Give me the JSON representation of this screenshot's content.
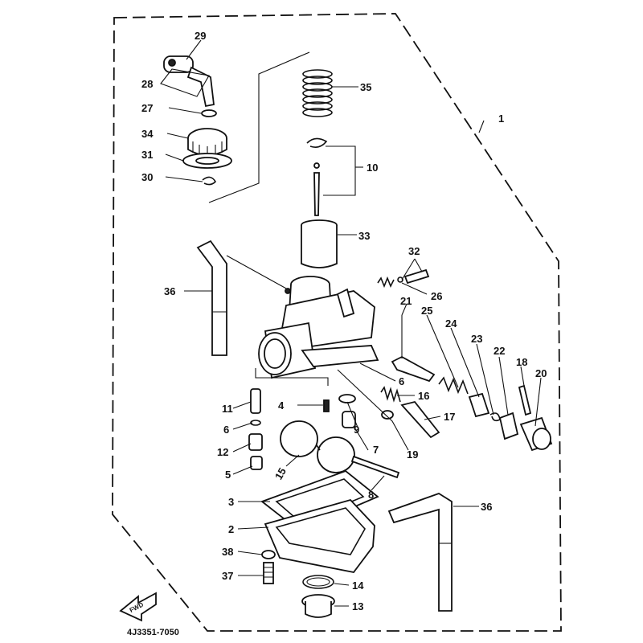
{
  "diagram": {
    "drawing_code": "4J3351-7050",
    "direction_label": "FWD",
    "callouts": [
      "1",
      "2",
      "3",
      "4",
      "5",
      "6",
      "6",
      "7",
      "8",
      "9",
      "10",
      "11",
      "12",
      "13",
      "14",
      "15",
      "16",
      "17",
      "18",
      "19",
      "20",
      "21",
      "22",
      "23",
      "24",
      "25",
      "26",
      "27",
      "28",
      "29",
      "30",
      "31",
      "32",
      "33",
      "34",
      "35",
      "36",
      "36",
      "37",
      "38"
    ]
  }
}
